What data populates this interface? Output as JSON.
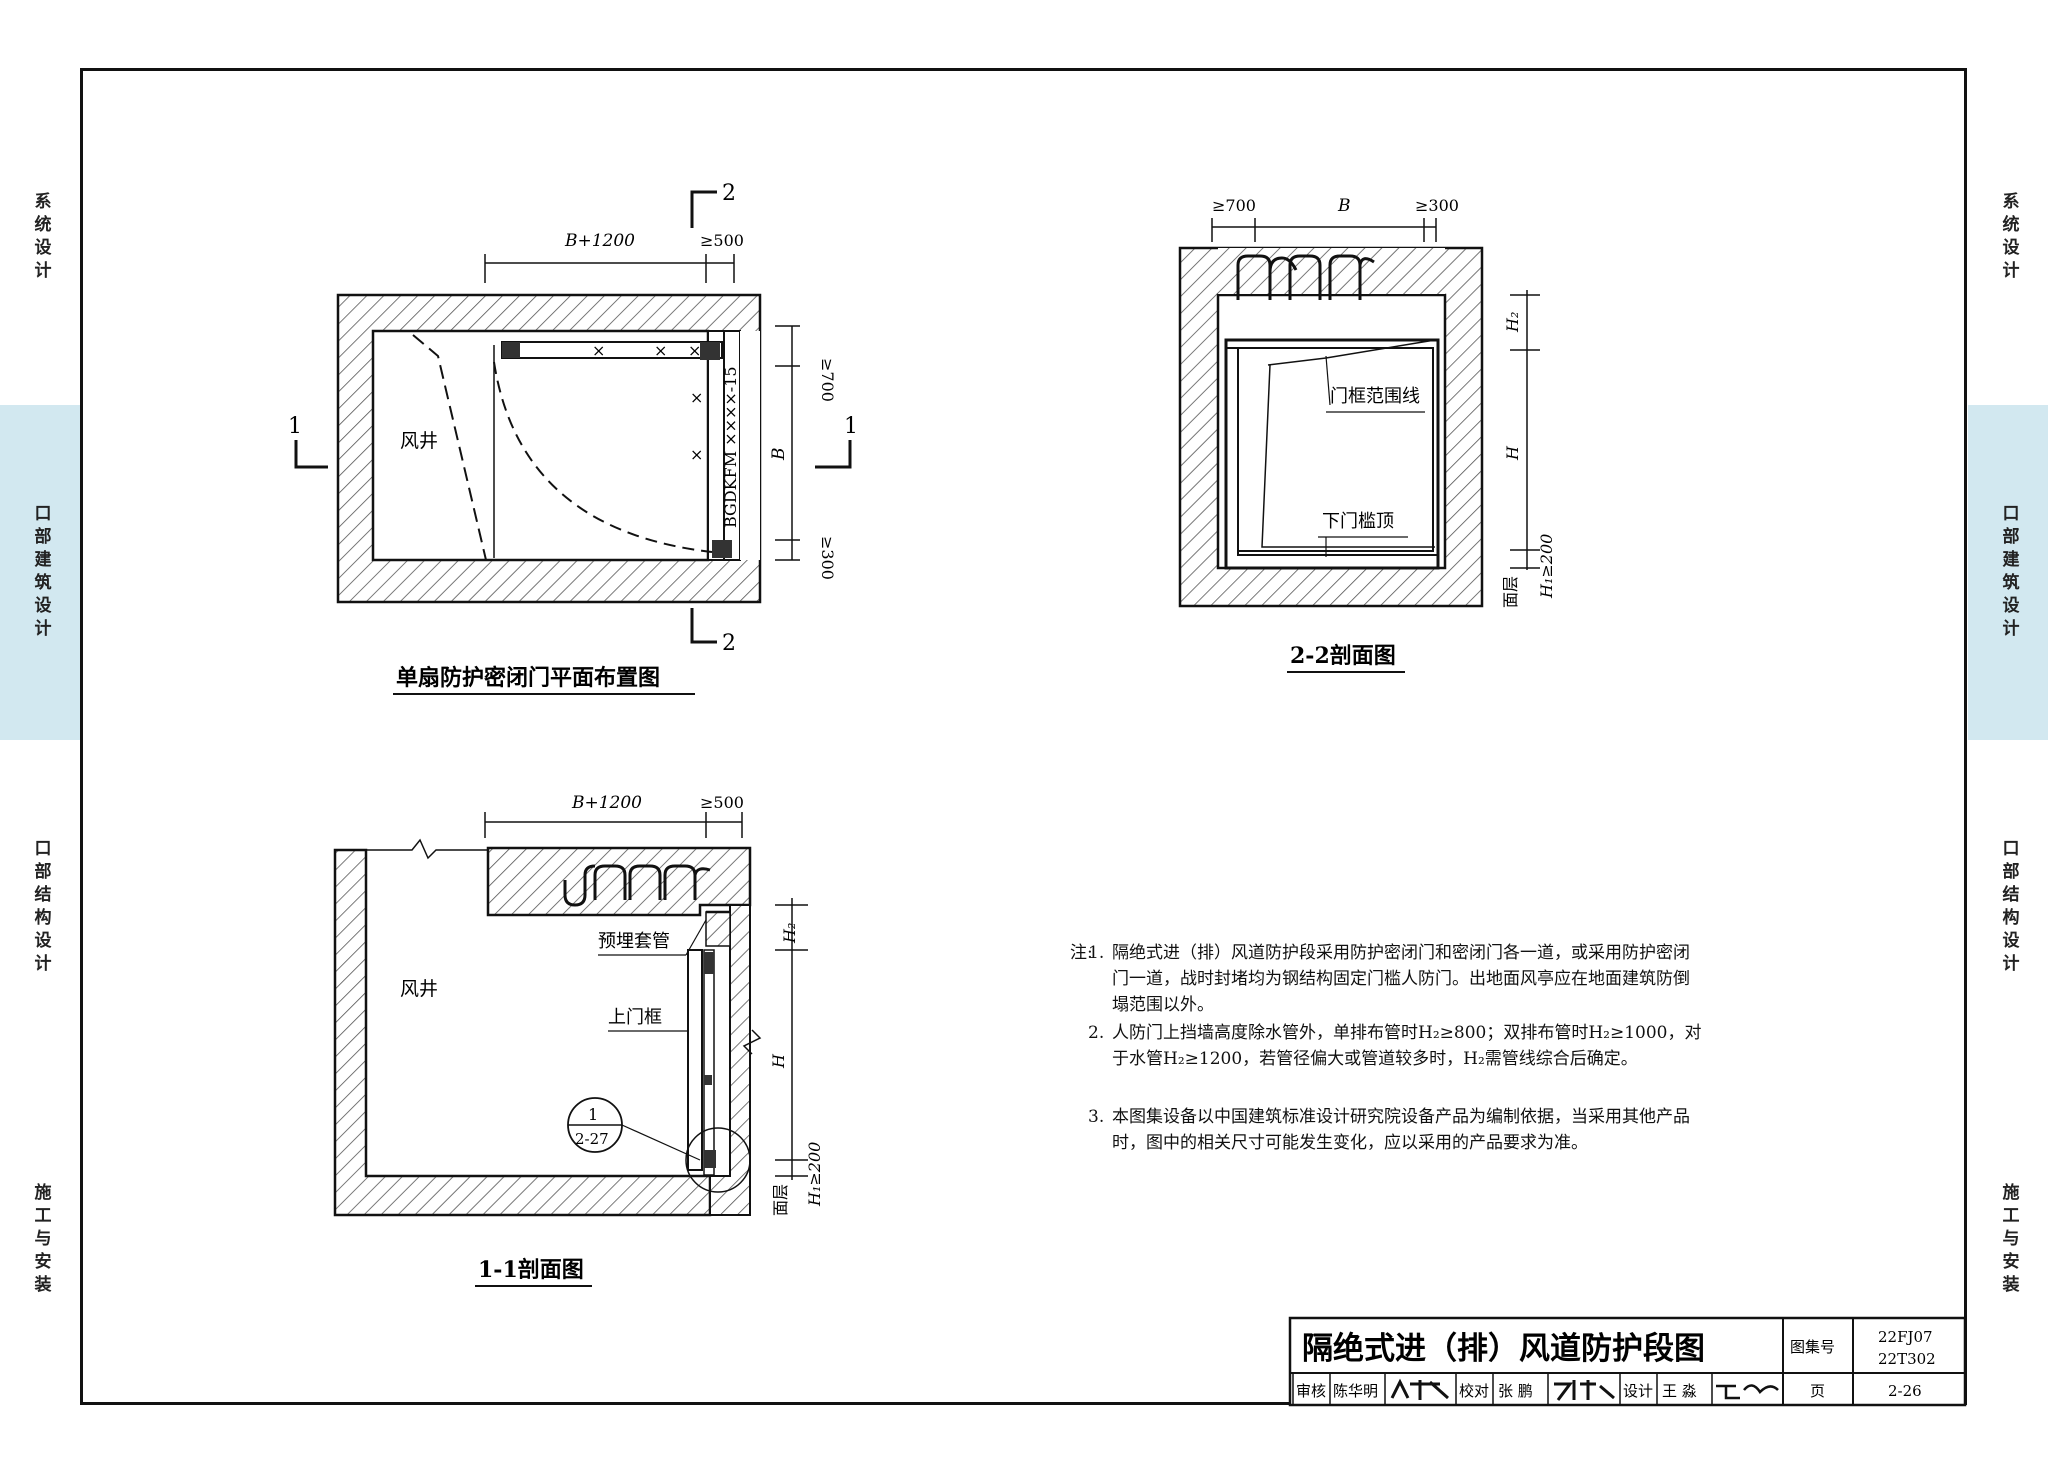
{
  "side_tabs_left": [
    "系统设计",
    "口部建筑设计",
    "口部结构设计",
    "施工与安装"
  ],
  "side_tabs_right": [
    "系统设计",
    "口部建筑设计",
    "口部结构设计",
    "施工与安装"
  ],
  "active_tab": "口部建筑设计",
  "colors": {
    "highlight": "#d2e8f0",
    "line": "#111111"
  },
  "plan": {
    "caption": "单扇防护密闭门平面布置图",
    "label_shaft": "风井",
    "dim_top": "B+1200",
    "dim_top_right": "≥500",
    "dim_right_top": "≥700",
    "dim_right_mid": "B",
    "dim_right_bot": "≥300",
    "door_code": "BGDKFM ××××-15",
    "section_mark_1": "1",
    "section_mark_2": "2"
  },
  "section22": {
    "caption": "2-2剖面图",
    "dim_top_left": "≥700",
    "dim_top_mid": "B",
    "dim_top_right": "≥300",
    "label_frame": "门框范围线",
    "label_sill": "下门槛顶",
    "dim_h2": "H₂",
    "dim_h": "H",
    "dim_h1": "H₁≥200",
    "floor_label": "面层"
  },
  "section11": {
    "caption": "1-1剖面图",
    "label_shaft": "风井",
    "dim_top": "B+1200",
    "dim_top_right": "≥500",
    "label_sleeve": "预埋套管",
    "label_upper_frame": "上门框",
    "detail_num": "1",
    "detail_page": "2-27",
    "dim_h2": "H₂",
    "dim_h": "H",
    "dim_h1": "H₁≥200",
    "floor_label": "面层"
  },
  "notes": {
    "heading": "注:",
    "items": [
      {
        "num": "1.",
        "text": "隔绝式进（排）风道防护段采用防护密闭门和密闭门各一道，或采用防护密闭门一道，战时封堵均为钢结构固定门槛人防门。出地面风亭应在地面建筑防倒塌范围以外。"
      },
      {
        "num": "2.",
        "text": "人防门上挡墙高度除水管外，单排布管时H₂≥800；双排布管时H₂≥1000，对于水管H₂≥1200，若管径偏大或管道较多时，H₂需管线综合后确定。"
      },
      {
        "num": "3.",
        "text": "本图集设备以中国建筑标准设计研究院设备产品为编制依据，当采用其他产品时，图中的相关尺寸可能发生变化，应以采用的产品要求为准。"
      }
    ]
  },
  "title_block": {
    "title": "隔绝式进（排）风道防护段图",
    "atlas_label": "图集号",
    "atlas_no_1": "22FJ07",
    "atlas_no_2": "22T302",
    "review_label": "审核",
    "reviewer": "陈华明",
    "check_label": "校对",
    "checker": "张 鹏",
    "design_label": "设计",
    "designer": "王 淼",
    "page_label": "页",
    "page_no": "2-26"
  }
}
